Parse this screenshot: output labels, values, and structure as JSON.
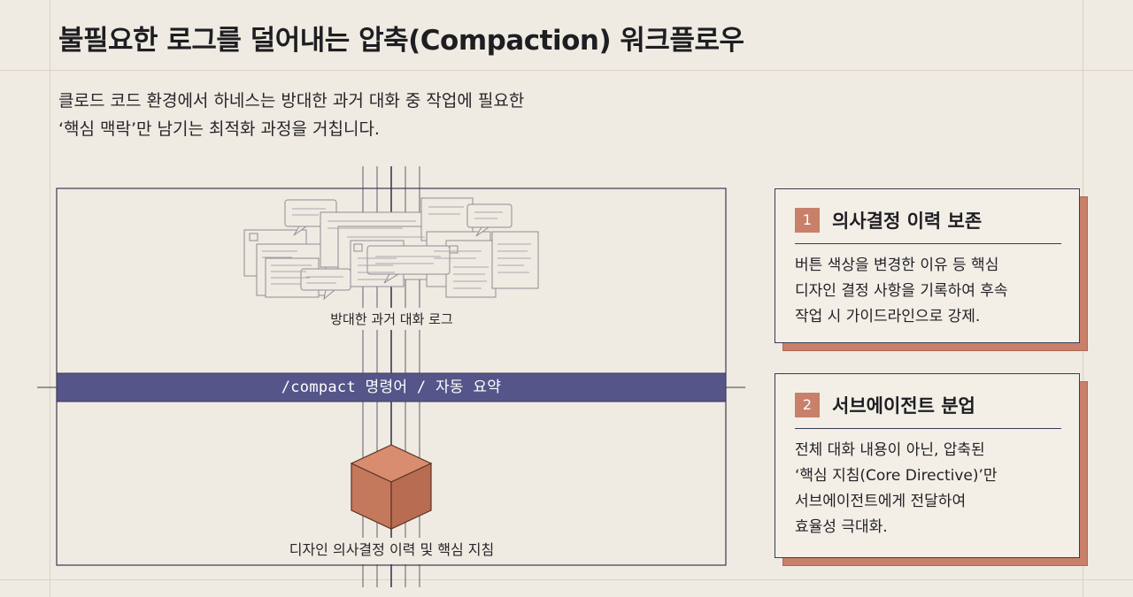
{
  "title": "불필요한 로그를 덜어내는 압축(Compaction) 워크플로우",
  "subtitle_line1": "클로드 코드 환경에서 하네스는 방대한 과거 대화 중 작업에 필요한",
  "subtitle_line2": "‘핵심 맥락’만 남기는 최적화 과정을 거칩니다.",
  "diagram": {
    "top_caption": "방대한 과거 대화 로그",
    "compact_label": "/compact 명령어 / 자동 요약",
    "bottom_caption": "디자인 의사결정 이력 및 핵심 지침"
  },
  "cards": [
    {
      "number": "1",
      "title": "의사결정 이력 보존",
      "lines": [
        "버튼 색상을 변경한 이유 등 핵심",
        "디자인 결정 사항을 기록하여 후속",
        "작업 시 가이드라인으로 강제."
      ]
    },
    {
      "number": "2",
      "title": "서브에이전트 분업",
      "lines": [
        "전체 대화 내용이 아닌, 압축된",
        "‘핵심 지침(Core Directive)’만",
        "서브에이전트에게 전달하여",
        "효율성 극대화."
      ]
    }
  ],
  "colors": {
    "background": "#efebe2",
    "band": "#55558a",
    "accent": "#c8806a",
    "ink": "#3a3a55"
  }
}
